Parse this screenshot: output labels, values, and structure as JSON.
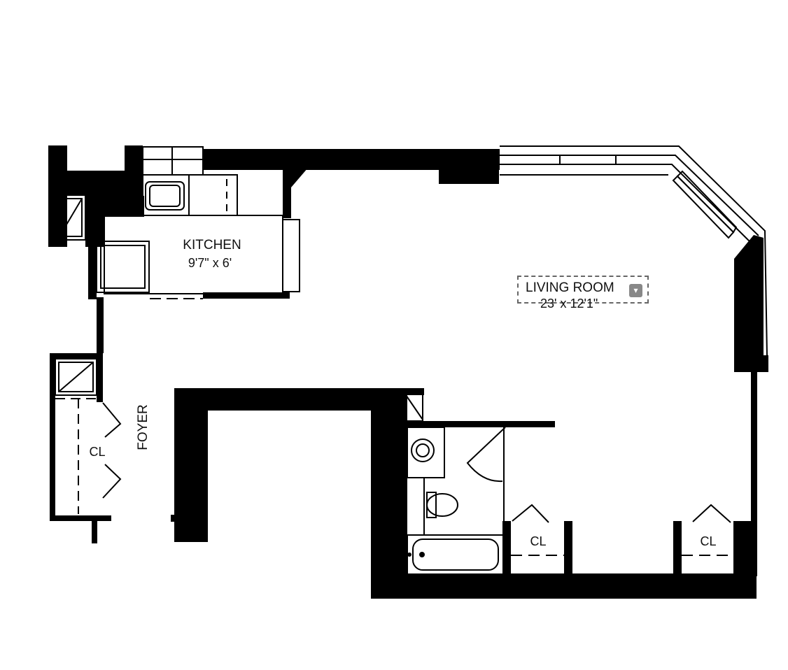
{
  "rooms": {
    "kitchen": {
      "name": "KITCHEN",
      "dimensions": "9'7\" x 6'"
    },
    "living_room": {
      "name": "LIVING ROOM",
      "dimensions": "23' x 12'1\""
    },
    "foyer": {
      "name": "FOYER"
    },
    "closets": {
      "foyer_closet": "CL",
      "bath_closet": "CL",
      "right_closet": "CL"
    }
  },
  "icons": {
    "dropdown": "chevron-down-icon"
  },
  "colors": {
    "wall": "#000000",
    "background": "#ffffff",
    "selection_border": "#666666",
    "dropdown_badge": "#888888"
  }
}
